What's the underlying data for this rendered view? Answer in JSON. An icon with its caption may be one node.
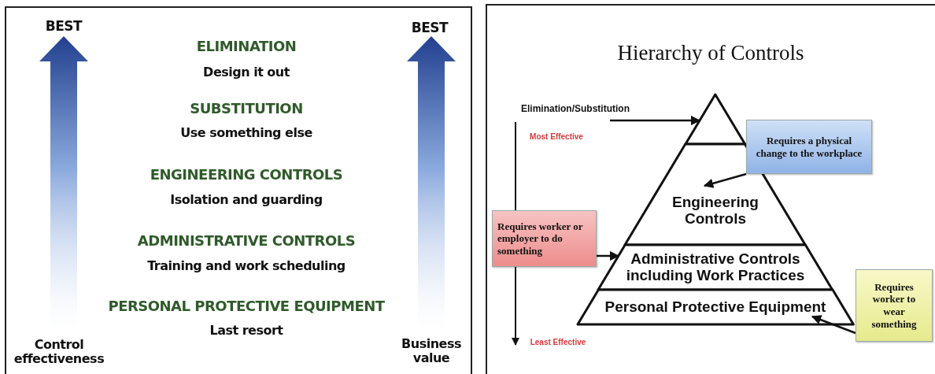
{
  "diagram": {
    "title": "Hierarchy of Controls",
    "nodes": [
      {
        "text": [
          "Elimination/Substitution"
        ]
      },
      {
        "text": [],
        "shape": "triangle"
      },
      {
        "text": [
          "Requires a physical change to the workplace"
        ]
      },
      {
        "text": [
          "Engineering Controls"
        ]
      },
      {
        "text": [
          "Administrative Controls including Work Practices"
        ]
      },
      {
        "text": [
          "Personal Protective Equipment"
        ]
      },
      {
        "text": [
          "Requires worker or employer to do something"
        ]
      },
      {
        "text": [
          "Requires worker to wear something"
        ]
      }
    ],
    "edges": [
      {
        "from": 0,
        "to": 1,
        "arrow": "to"
      },
      {
        "from": 2,
        "to": 3,
        "arrow": "to"
      },
      {
        "from": 6,
        "to": 4,
        "arrow": "to"
      },
      {
        "from": 7,
        "to": 5,
        "arrow": "to"
      }
    ],
    "labels": [
      "BEST",
      "BEST",
      "ELIMINATION",
      "Design it out",
      "SUBSTITUTION",
      "Use something else",
      "ENGINEERING CONTROLS",
      "Isolation and guarding",
      "ADMINISTRATIVE CONTROLS",
      "Training and work scheduling",
      "PERSONAL PROTECTIVE EQUIPMENT",
      "Last resort",
      "Control effectiveness",
      "Business value",
      "Most Effective",
      "Least Effective"
    ]
  }
}
